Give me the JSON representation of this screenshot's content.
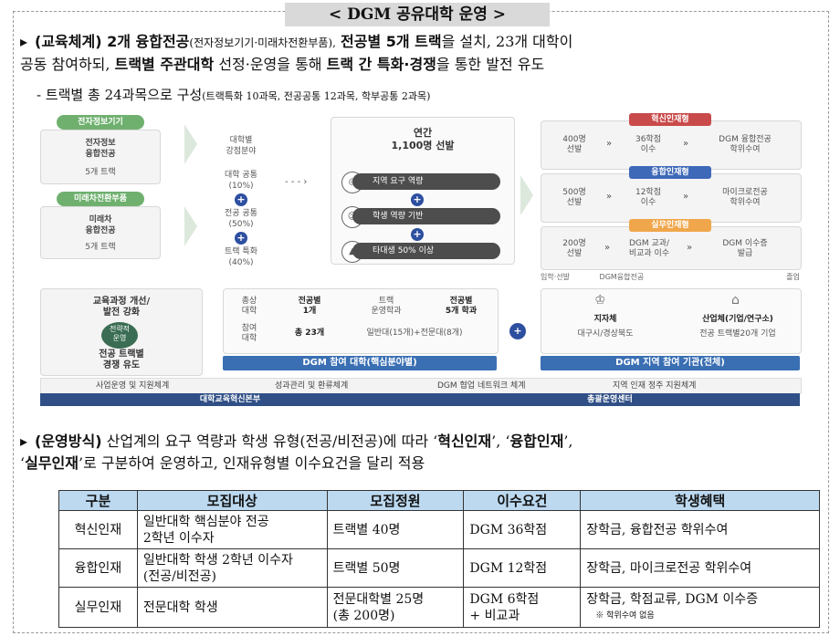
{
  "title": "< DGM 공유대학 운영 >",
  "p1": {
    "bullet": "▸",
    "l1a_bold": "(교육체계) 2개 융합전공",
    "l1a_small": "(전자정보기기·미래차전환부품),",
    "l1b_bold": "전공별 5개 트랙",
    "l1c": "을 설치, 23개 대학이",
    "l2a": "공동 참여하되,",
    "l2b_bold": "트랙별 주관대학",
    "l2c": "선정·운영을 통해",
    "l2d_bold": "트랙 간 특화·경쟁",
    "l2e": "을 통한 발전 유도"
  },
  "sub": {
    "main": "- 트랙별 총 24과목으로 구성",
    "small": "(트랙특화 10과목, 전공공통 12과목, 학부공통 2과목)"
  },
  "diagram": {
    "elec_pill": "전자정보기기",
    "elec_name": "전자정보\n융합전공",
    "elec_tracks": "5개 트랙",
    "future_pill": "미래차전환부품",
    "future_name": "미래차\n융합전공",
    "future_tracks": "5개 트랙",
    "uni_area": "대학별\n강점분야",
    "common_uni": "대학 공통\n(10%)",
    "common_major": "전공 공통\n(50%)",
    "track_spec": "트랙 특화\n(40%)",
    "annual": "연간\n1,100명 선발",
    "req1": "지역 요구 역량",
    "req2": "학생 역량 기반",
    "req3": "타대생 50% 이상",
    "innov_label": "혁신인재형",
    "innov_a": "400명\n선발",
    "innov_b": "36학점\n이수",
    "innov_c": "DGM 융합전공\n학위수여",
    "conv_label": "융합인재형",
    "conv_a": "500명\n선발",
    "conv_b": "12학점\n이수",
    "conv_c": "마이크로전공\n학위수여",
    "prac_label": "실무인재형",
    "prac_a": "200명\n선발",
    "prac_b": "DGM 교과/\n비교과 이수",
    "prac_c": "DGM 이수증\n발급",
    "flow_a": "입학·선발",
    "flow_b": "DGM융합전공",
    "flow_c": "졸업",
    "imp_l1": "교육과정 개선/\n발전 강화",
    "imp_mid": "전략적\n운영",
    "imp_l2": "전공 트랙별\n경쟁 유도",
    "t_h1": "총상\n대학",
    "t_h2": "전공별\n1개",
    "t_h3": "트랙\n운영학과",
    "t_h4": "전공별\n5개 학과",
    "t_r1": "참여\n대학",
    "t_r2": "총 23개",
    "t_r3": "일반대(15개)+전문대(8개)",
    "part_uni": "DGM 참여 대학(핵심분야별)",
    "local_gov": "지자체",
    "local_gov_sub": "대구시/경상북도",
    "industry": "산업체(기업/연구소)",
    "industry_sub": "전공 트랙별20개 기업",
    "part_org": "DGM 지역 참여 기관(전체)",
    "sys1": "사업운영 및 지원체계",
    "sys2": "성과관리 및 환류체계",
    "sys3": "DGM 협업 네트워크 체계",
    "sys4": "지역 인재 정주 지원체계",
    "hq1": "대학교육혁신본부",
    "hq2": "총괄운영센터"
  },
  "p2": {
    "bullet": "▸",
    "l1a_bold": "(운영방식)",
    "l1b": "산업계의 요구 역량과 학생 유형(전공/비전공)에 따라 ‘",
    "l1c_bold": "혁신인재",
    "l1d": "’, ‘",
    "l1e_bold": "융합인재",
    "l1f": "’,",
    "l2a": "‘",
    "l2b_bold": "실무인재",
    "l2c": "’로 구분하여 운영하고, 인재유형별 이수요건을 달리 적용"
  },
  "table": {
    "headers": [
      "구분",
      "모집대상",
      "모집정원",
      "이수요건",
      "학생혜택"
    ],
    "rows": [
      [
        "혁신인재",
        "일반대학 핵심분야 전공\n2학년 이수자",
        "트랙별 40명",
        "DGM 36학점",
        "장학금, 융합전공 학위수여"
      ],
      [
        "융합인재",
        "일반대학 학생 2학년 이수자\n(전공/비전공)",
        "트랙별 50명",
        "DGM 12학점",
        "장학금, 마이크로전공 학위수여"
      ],
      [
        "실무인재",
        "전문대학 학생",
        "전문대학별 25명\n(총 200명)",
        "DGM 6학점\n+ 비교과",
        "장학금, 학점교류, DGM 이수증"
      ]
    ],
    "note": "※ 학위수여 없음"
  }
}
